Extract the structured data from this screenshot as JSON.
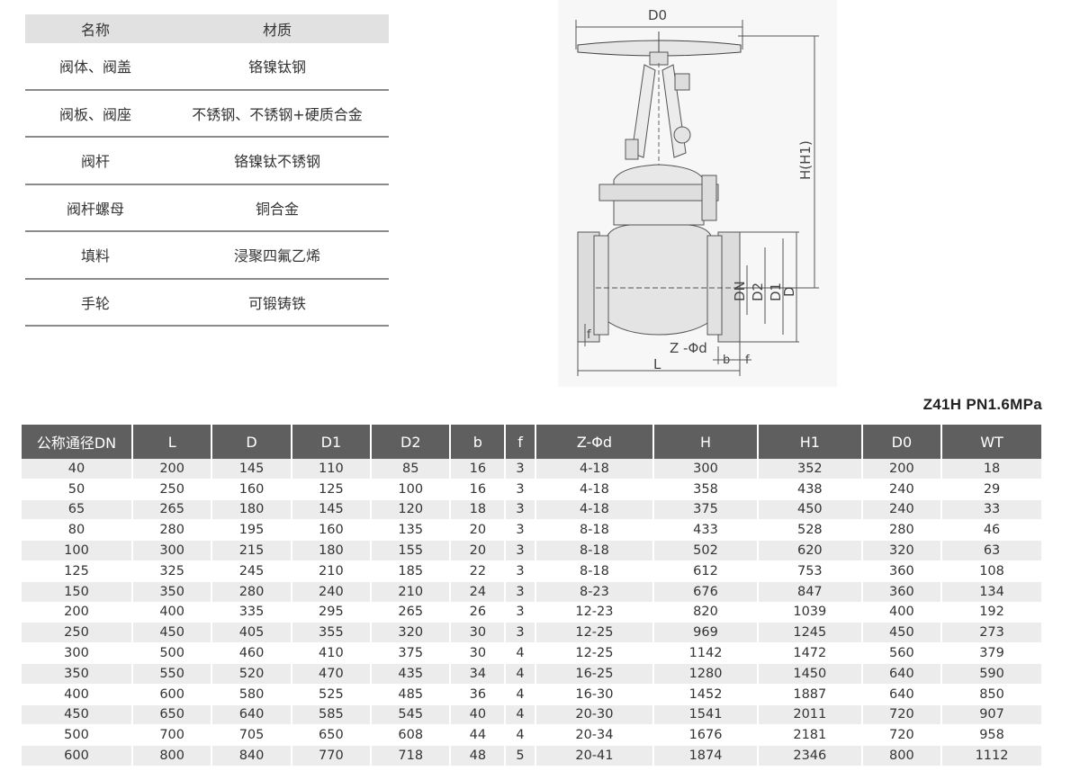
{
  "materials": {
    "header": [
      "名称",
      "材质"
    ],
    "rows": [
      [
        "阀体、阀盖",
        "铬镍钛钢"
      ],
      [
        "阀板、阀座",
        "不锈钢、不锈钢+硬质合金"
      ],
      [
        "阀杆",
        "铬镍钛不锈钢"
      ],
      [
        "阀杆螺母",
        "铜合金"
      ],
      [
        "填料",
        "浸聚四氟乙烯"
      ],
      [
        "手轮",
        "可锻铸铁"
      ]
    ]
  },
  "drawing": {
    "labels": {
      "d0": "D0",
      "h": "H(H1)",
      "dn": "DN",
      "d2": "D2",
      "d1": "D1",
      "d": "D",
      "zphid": "Z -Φd",
      "b": "b",
      "f_bottom": "f",
      "f_left": "f",
      "l": "L"
    }
  },
  "model": "Z41H  PN1.6MPa",
  "spec": {
    "header": [
      "公称通径DN",
      "L",
      "D",
      "D1",
      "D2",
      "b",
      "f",
      "Z-Φd",
      "H",
      "H1",
      "D0",
      "WT"
    ],
    "rows": [
      [
        "40",
        "200",
        "145",
        "110",
        "85",
        "16",
        "3",
        "4-18",
        "300",
        "352",
        "200",
        "18"
      ],
      [
        "50",
        "250",
        "160",
        "125",
        "100",
        "16",
        "3",
        "4-18",
        "358",
        "438",
        "240",
        "29"
      ],
      [
        "65",
        "265",
        "180",
        "145",
        "120",
        "18",
        "3",
        "4-18",
        "375",
        "450",
        "240",
        "33"
      ],
      [
        "80",
        "280",
        "195",
        "160",
        "135",
        "20",
        "3",
        "8-18",
        "433",
        "528",
        "280",
        "46"
      ],
      [
        "100",
        "300",
        "215",
        "180",
        "155",
        "20",
        "3",
        "8-18",
        "502",
        "620",
        "320",
        "63"
      ],
      [
        "125",
        "325",
        "245",
        "210",
        "185",
        "22",
        "3",
        "8-18",
        "612",
        "753",
        "360",
        "108"
      ],
      [
        "150",
        "350",
        "280",
        "240",
        "210",
        "24",
        "3",
        "8-23",
        "676",
        "847",
        "360",
        "134"
      ],
      [
        "200",
        "400",
        "335",
        "295",
        "265",
        "26",
        "3",
        "12-23",
        "820",
        "1039",
        "400",
        "192"
      ],
      [
        "250",
        "450",
        "405",
        "355",
        "320",
        "30",
        "3",
        "12-25",
        "969",
        "1245",
        "450",
        "273"
      ],
      [
        "300",
        "500",
        "460",
        "410",
        "375",
        "30",
        "4",
        "12-25",
        "1142",
        "1472",
        "560",
        "379"
      ],
      [
        "350",
        "550",
        "520",
        "470",
        "435",
        "34",
        "4",
        "16-25",
        "1280",
        "1450",
        "640",
        "590"
      ],
      [
        "400",
        "600",
        "580",
        "525",
        "485",
        "36",
        "4",
        "16-30",
        "1452",
        "1887",
        "640",
        "850"
      ],
      [
        "450",
        "650",
        "640",
        "585",
        "545",
        "40",
        "4",
        "20-30",
        "1541",
        "2011",
        "720",
        "907"
      ],
      [
        "500",
        "700",
        "705",
        "650",
        "608",
        "44",
        "4",
        "20-34",
        "1676",
        "2181",
        "720",
        "958"
      ],
      [
        "600",
        "800",
        "840",
        "770",
        "718",
        "48",
        "5",
        "20-41",
        "1874",
        "2346",
        "800",
        "1112"
      ]
    ]
  }
}
